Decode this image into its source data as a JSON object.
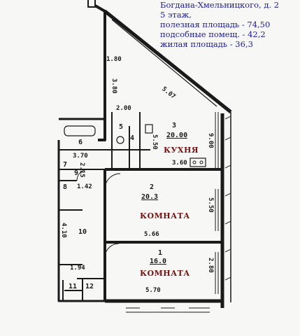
{
  "info": {
    "address": "Богдана-Хмельницкого, д. 2",
    "floor": "5 этаж,",
    "useful_area": "полезная площадь - 74,50",
    "auxiliary_area": "подсобные помещ. - 42,2",
    "living_area": "жилая площадь - 36,3"
  },
  "rooms": {
    "kitchen": {
      "number": "3",
      "area": "20.00",
      "name": "КУХНЯ"
    },
    "room2": {
      "number": "2",
      "area": "20.3",
      "name": "КОМНАТА"
    },
    "room1": {
      "number": "1",
      "area": "16.0",
      "name": "КОМНАТА"
    },
    "hall": {
      "number": "10"
    },
    "bath": {
      "number": "6"
    },
    "wc": {
      "number": "4"
    },
    "small5": {
      "number": "5"
    },
    "closet7": {
      "number": "7"
    },
    "closet8": {
      "number": "8"
    },
    "closet9": {
      "number": "9"
    },
    "closet11": {
      "number": "11"
    },
    "closet12": {
      "number": "12"
    }
  },
  "dimensions": {
    "d_180": "1.80",
    "d_380": "3.80",
    "d_507": "5.07",
    "d_200": "2.00",
    "d_360": "3.60",
    "d_900": "9.00",
    "d_370": "3.70",
    "d_550": "5.50",
    "d_142": "1.42",
    "d_566": "5.66",
    "d_550b": "5.50",
    "d_410": "4.10",
    "d_194": "1.94",
    "d_570": "5.70",
    "d_280": "2.80",
    "d_215": "2.15"
  }
}
